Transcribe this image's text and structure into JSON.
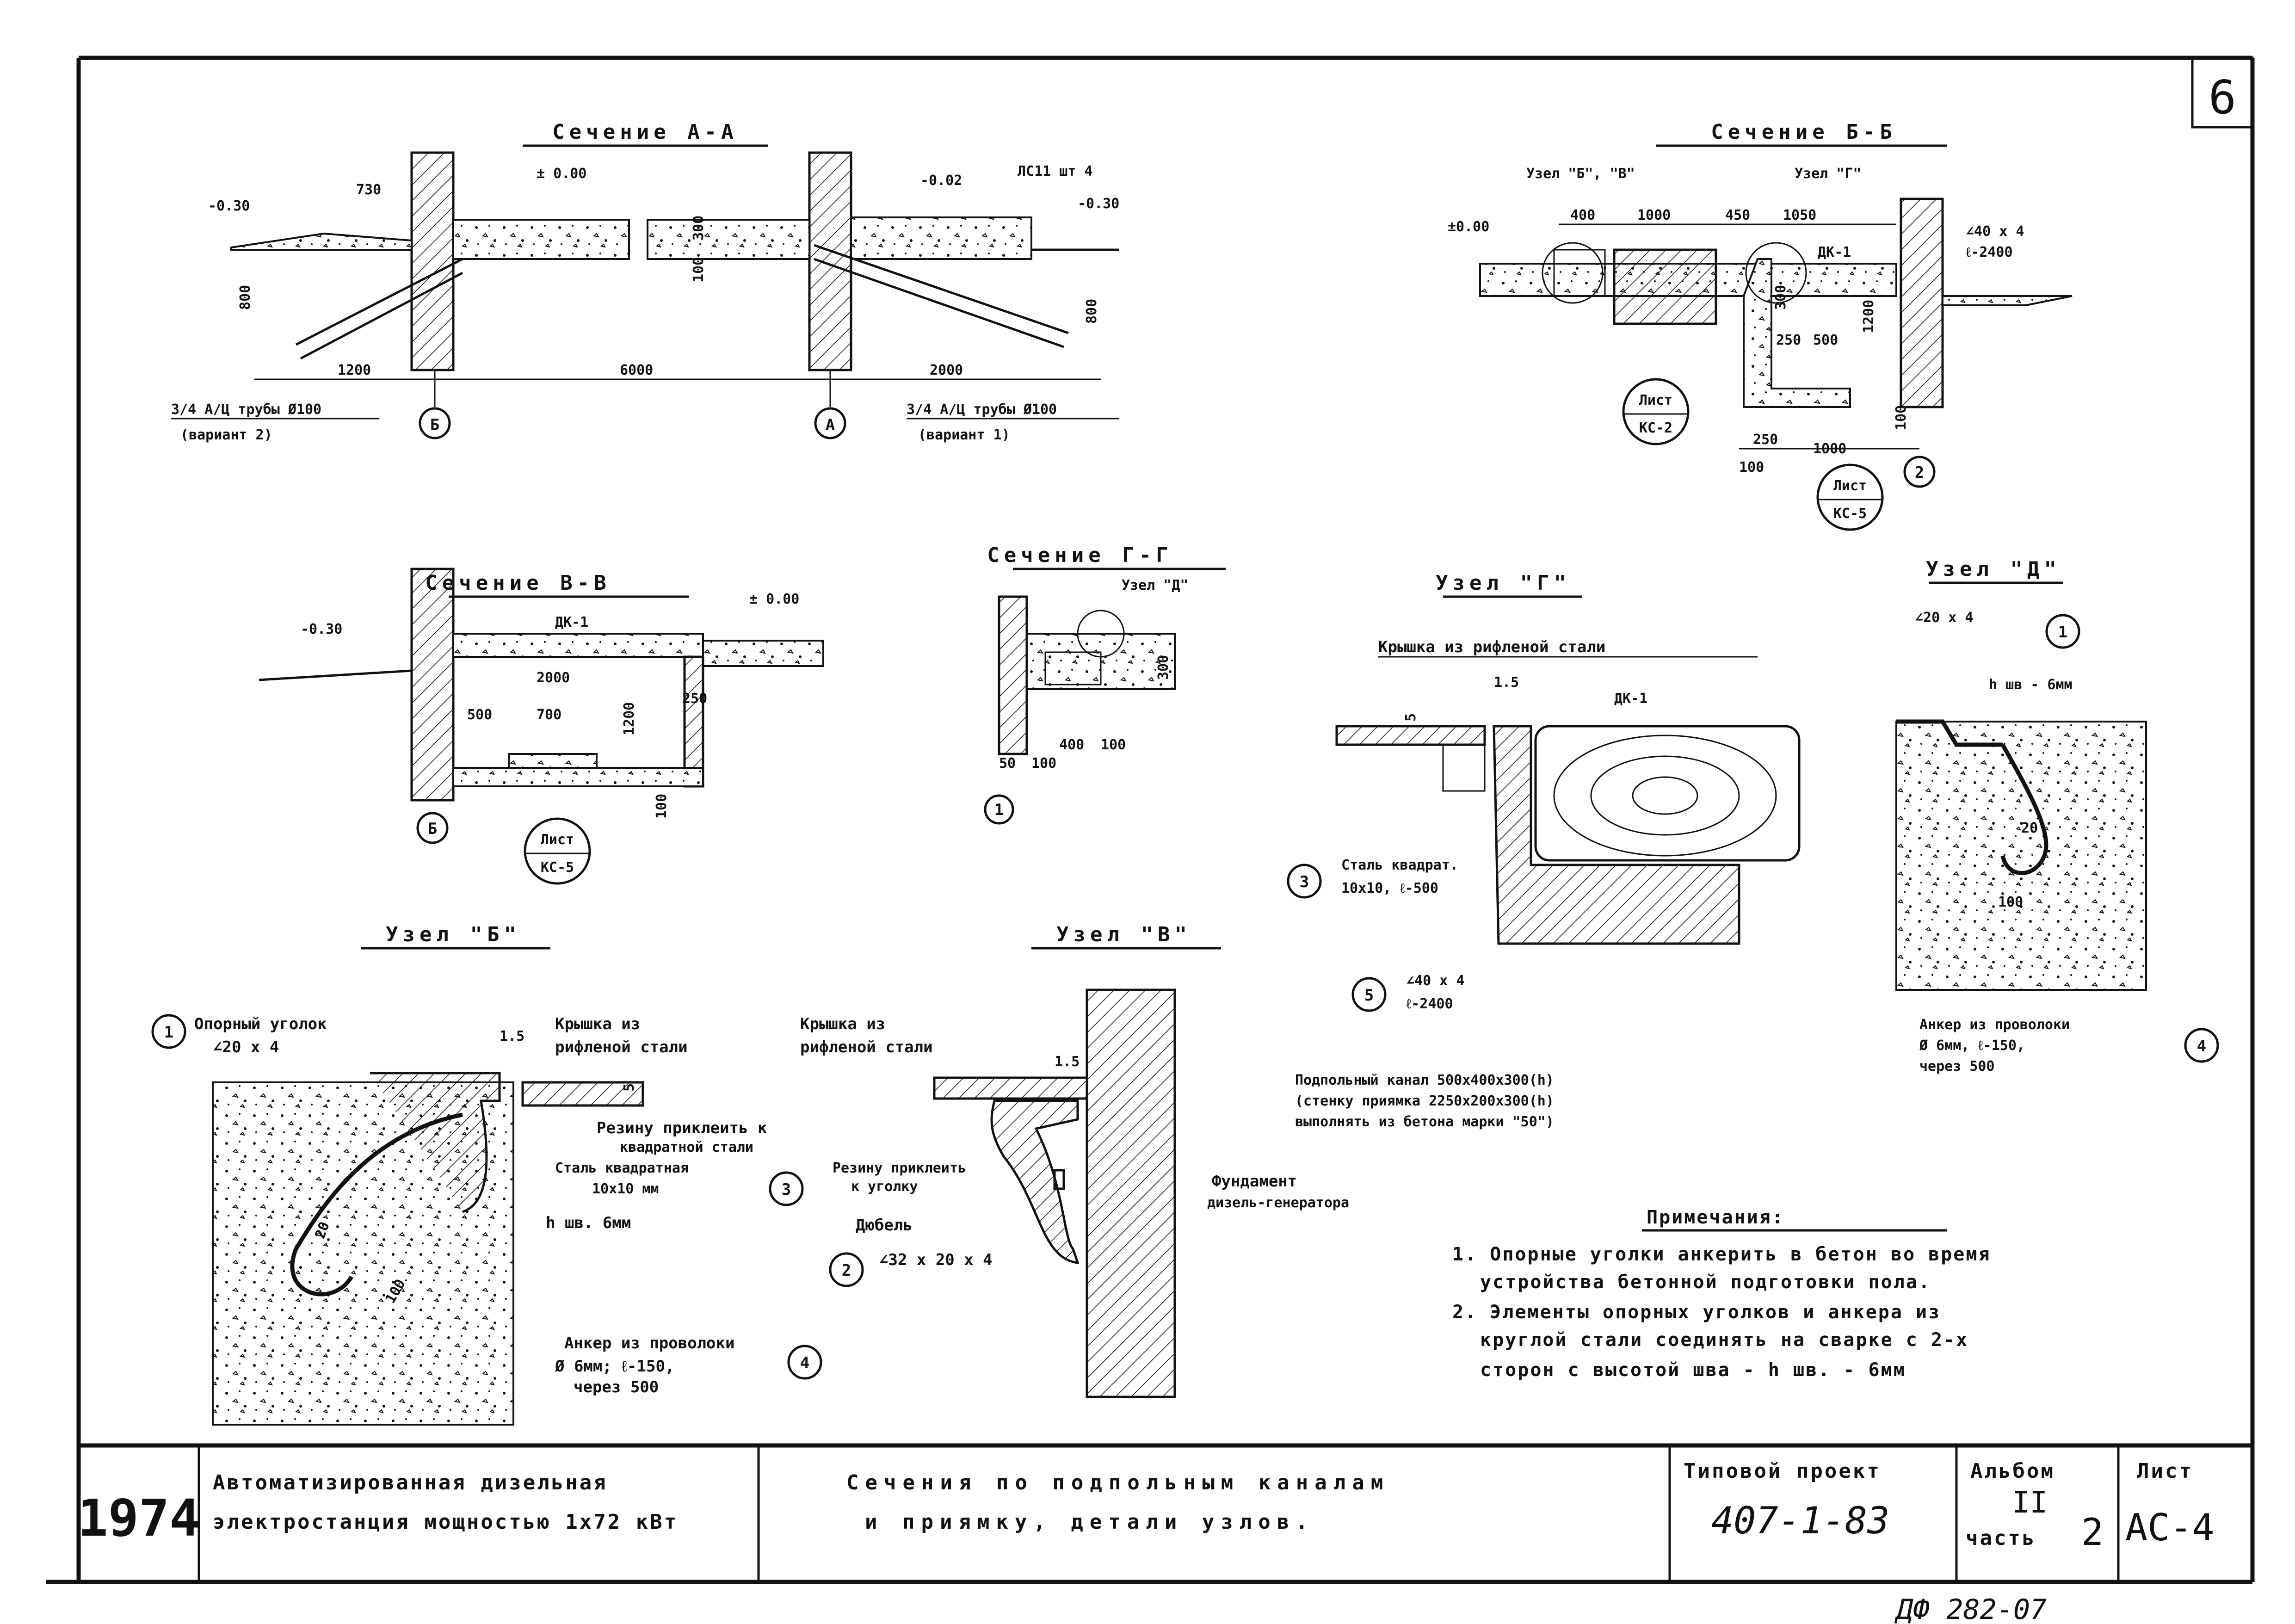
{
  "sheet_number": "6",
  "sections": {
    "aa": {
      "title": "Сечение А-А",
      "marks": [
        "-0.30",
        "730",
        "± 0.00",
        "-0.02",
        "ЛС11 шт 4",
        "-0.30",
        "800",
        "300",
        "100",
        "800",
        "1200",
        "6000",
        "2000"
      ],
      "pipe_left": [
        "3/4 А/Ц трубы Ø100",
        "(вариант 2)"
      ],
      "pipe_right": [
        "3/4 А/Ц трубы Ø100",
        "(вариант 1)"
      ],
      "axis_left": "Б",
      "axis_right": "А"
    },
    "bb": {
      "title": "Сечение Б-Б",
      "marks": [
        "±0.00",
        "400",
        "1000",
        "450",
        "1050",
        "300",
        "1200",
        "250",
        "500",
        "100",
        "250",
        "1000",
        "100"
      ],
      "node_left": "Узел \"Б\", \"В\"",
      "node_right": "Узел \"Г\"",
      "dk": "ДК-1",
      "angle": [
        "∠40 х 4",
        "ℓ-2400"
      ],
      "sheet_ref_1": [
        "Лист",
        "КС-2"
      ],
      "sheet_ref_2": [
        "Лист",
        "КС-5"
      ],
      "axis": "2"
    },
    "vv": {
      "title": "Сечение В-В",
      "marks": [
        "-0.30",
        "± 0.00",
        "2000",
        "500",
        "700",
        "1200",
        "250",
        "100"
      ],
      "dk": "ДК-1",
      "axis": "Б",
      "sheet_ref": [
        "Лист",
        "КС-5"
      ]
    },
    "gg": {
      "title": "Сечение Г-Г",
      "node": "Узел \"Д\"",
      "marks": [
        "50",
        "100",
        "400",
        "100",
        "300"
      ],
      "axis": "1"
    }
  },
  "nodes": {
    "g": {
      "title": "Узел \"Г\"",
      "cover": "Крышка из рифленой стали",
      "dk": "ДК-1",
      "dim": "1.5",
      "dim2": "5",
      "item3": [
        "3",
        "Сталь квадрат.",
        "10х10, ℓ-500"
      ],
      "item5": [
        "5",
        "∠40 х 4",
        "ℓ-2400"
      ],
      "caption": [
        "Подпольный канал 500х400х300(h)",
        "(стенку приямка 2250х200х300(h)",
        "выполнять из бетона марки \"50\")"
      ]
    },
    "d": {
      "title": "Узел \"Д\"",
      "angle": "∠20 х 4",
      "marker": "1",
      "weld": "h шв - 6мм",
      "dims": [
        "20",
        "100"
      ],
      "anchor": [
        "Анкер из проволоки",
        "Ø 6мм, ℓ-150,",
        "через 500"
      ],
      "marker4": "4"
    },
    "b": {
      "title": "Узел \"Б\"",
      "item1": [
        "1",
        "Опорный уголок",
        "∠20 х 4"
      ],
      "cover": [
        "Крышка из",
        "рифленой стали"
      ],
      "dim": "1.5",
      "dim2": "5",
      "glue": [
        "Резину приклеить к",
        "квадратной стали"
      ],
      "steel": [
        "Сталь квадратная",
        "10х10 мм"
      ],
      "marker3": "3",
      "weld": "h шв. 6мм",
      "dims": [
        "20",
        "100"
      ],
      "anchor": [
        "Анкер из проволоки",
        "Ø 6мм; ℓ-150,",
        "через 500"
      ],
      "marker4": "4"
    },
    "v": {
      "title": "Узел \"В\"",
      "cover": [
        "Крышка из",
        "рифленой стали"
      ],
      "dim": "1.5",
      "glue": [
        "Резину приклеить",
        "к уголку"
      ],
      "dowel": "Дюбель",
      "foundation": [
        "Фундамент",
        "дизель-генератора"
      ],
      "item2": [
        "2",
        "∠32 х 20 х 4"
      ]
    }
  },
  "notes": {
    "title": "Примечания:",
    "items": [
      "1. Опорные уголки анкерить в бетон во время",
      "устройства бетонной подготовки пола.",
      "2. Элементы опорных уголков и анкера из",
      "круглой стали соединять на сварке с 2-х",
      "сторон с высотой шва - h шв. - 6мм"
    ]
  },
  "stamp": {
    "year": "1974",
    "object": [
      "Автоматизированная дизельная",
      "электростанция мощностью 1х72 кВт"
    ],
    "drawing": [
      "Сечения по подпольным каналам",
      "и приямку, детали узлов."
    ],
    "project_label": "Типовой проект",
    "project_number": "407-1-83",
    "album_label": "Альбом",
    "album_number": "II",
    "part_label": "часть",
    "part_number": "2",
    "sheet_label": "Лист",
    "sheet_code": "АС-4",
    "footer": "ДФ 282-07"
  }
}
